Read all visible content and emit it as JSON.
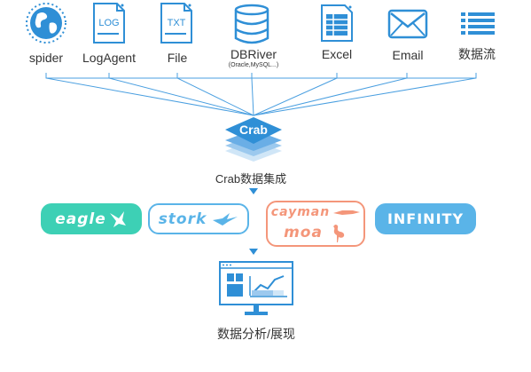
{
  "sources": [
    {
      "label": "spider",
      "icon": "globe-icon"
    },
    {
      "label": "LogAgent",
      "icon": "log-file-icon",
      "icon_text": "LOG"
    },
    {
      "label": "File",
      "icon": "txt-file-icon",
      "icon_text": "TXT"
    },
    {
      "label": "DBRiver",
      "sublabel": "(Oracle,MySQL...)",
      "icon": "database-icon"
    },
    {
      "label": "Excel",
      "icon": "spreadsheet-icon"
    },
    {
      "label": "Email",
      "icon": "envelope-icon"
    },
    {
      "label": "数据流",
      "icon": "data-stream-icon"
    }
  ],
  "hub": {
    "badge": "Crab",
    "caption": "Crab数据集成",
    "icon": "stacked-layers-icon"
  },
  "targets": [
    {
      "label": "eagle",
      "icon": "eagle-icon",
      "color": "#3dd0b5"
    },
    {
      "label": "stork",
      "icon": "stork-icon",
      "color": "#5ab4e8"
    },
    {
      "label": "cayman",
      "label2": "moa",
      "icon": "crocodile-icon",
      "icon2": "flamingo-icon",
      "color": "#f4967a"
    },
    {
      "label": "INFINITY",
      "icon": "",
      "color": "#5ab4e8"
    }
  ],
  "output": {
    "caption": "数据分析/展现",
    "icon": "monitor-chart-icon"
  },
  "colors": {
    "primary": "#2f8fd6",
    "line": "#4a9fe0"
  }
}
